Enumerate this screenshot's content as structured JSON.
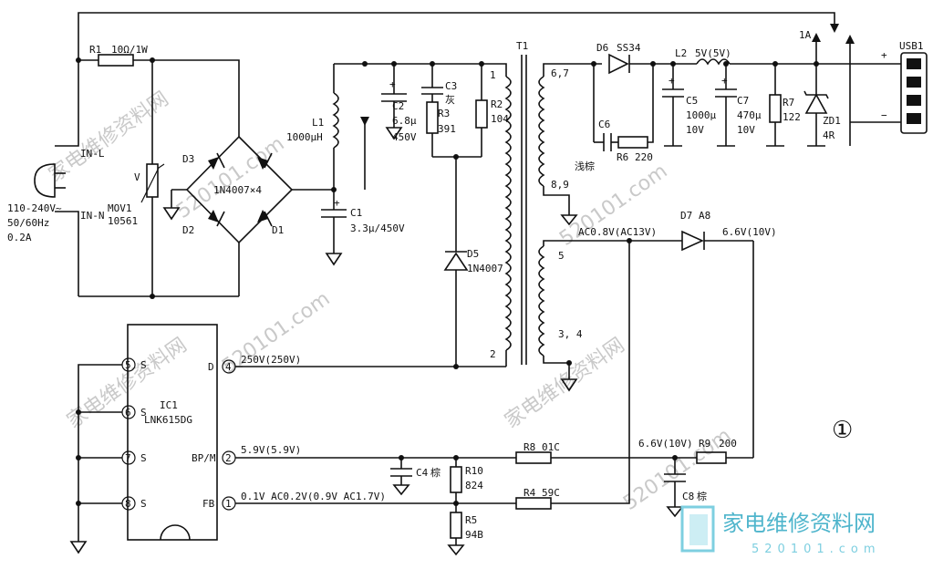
{
  "plug": {
    "in_l": "IN-L",
    "in_n": "IN-N",
    "input_1": "110-240V~",
    "input_2": "50/60Hz",
    "input_3": "0.2A"
  },
  "r1": {
    "name": "R1",
    "value": "10Ω/1W"
  },
  "mov1": {
    "v": "V",
    "name": "MOV1",
    "value": "10561"
  },
  "bridge": {
    "d1": "D1",
    "d2": "D2",
    "d3": "D3",
    "value": "1N4007×4"
  },
  "l1": {
    "name": "L1",
    "value": "1000μH"
  },
  "c1": {
    "name": "C1",
    "value": "3.3μ/450V"
  },
  "c2": {
    "name": "C2",
    "value": "6.8μ",
    "volt": "450V"
  },
  "c3": {
    "name": "C3",
    "color": "灰"
  },
  "r3": {
    "name": "R3",
    "value": "391"
  },
  "r2": {
    "name": "R2",
    "value": "104"
  },
  "d5": {
    "name": "D5",
    "value": "1N4007"
  },
  "t1": {
    "name": "T1",
    "pin1": "1",
    "pin2": "2",
    "pin67": "6,7",
    "pin89": "8,9",
    "pin5": "5",
    "pin34": "3, 4"
  },
  "d6": {
    "name": "D6",
    "value": "SS34"
  },
  "c6": {
    "name": "C6",
    "color": "浅棕"
  },
  "r6": {
    "name": "R6",
    "value": "220"
  },
  "l2": {
    "name": "L2",
    "v": "5V(5V)"
  },
  "c5": {
    "name": "C5",
    "value": "1000μ",
    "volt": "10V"
  },
  "c7": {
    "name": "C7",
    "value": "470μ",
    "volt": "10V"
  },
  "r7": {
    "name": "R7",
    "value": "122"
  },
  "zd1": {
    "name": "ZD1",
    "value": "4R"
  },
  "usb": {
    "name": "USB1",
    "plus": "+",
    "minus": "−",
    "current": "1A"
  },
  "d7": {
    "name": "D7",
    "value": "A8",
    "ac": "AC0.8V(AC13V)",
    "out": "6.6V(10V)"
  },
  "ic1": {
    "name": "IC1",
    "part": "LNK615DG",
    "s": "S",
    "d": "D",
    "bp": "BP/M",
    "fb": "FB",
    "p1": "1",
    "p2": "2",
    "p4": "4",
    "p5": "5",
    "p6": "6",
    "p7": "7",
    "p8": "8",
    "v_d": "250V(250V)",
    "v_bp": "5.9V(5.9V)",
    "v_fb": "0.1V AC0.2V(0.9V AC1.7V)"
  },
  "c4": {
    "name": "C4",
    "color": "棕"
  },
  "r10": {
    "name": "R10",
    "value": "824"
  },
  "r5": {
    "name": "R5",
    "value": "94B"
  },
  "r8": {
    "name": "R8",
    "value": "01C"
  },
  "r4": {
    "name": "R4",
    "value": "59C"
  },
  "r9": {
    "name": "R9",
    "value": "200",
    "v": "6.6V(10V)"
  },
  "c8": {
    "name": "C8",
    "color": "棕"
  },
  "figure": {
    "num": "①"
  },
  "watermark": {
    "cn": "家电维修资料网",
    "url": "520101.com",
    "logo_cn": "家电维修资料网",
    "logo_url": "520101.com"
  }
}
